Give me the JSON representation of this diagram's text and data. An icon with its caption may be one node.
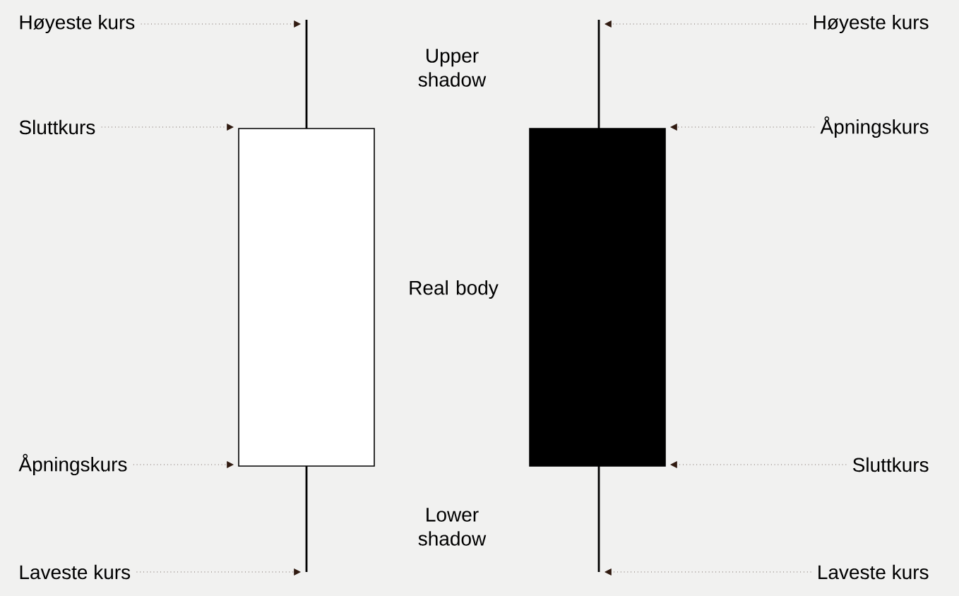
{
  "diagram": {
    "nodes": [
      {
        "text": [],
        "shape": "bar"
      },
      {
        "text": [],
        "shape": "box"
      },
      {
        "text": [],
        "shape": "bar"
      },
      {
        "text": [],
        "shape": "box"
      },
      {
        "text": [
          "Høyeste kurs"
        ]
      },
      {
        "text": [
          "Høyeste kurs"
        ]
      },
      {
        "text": [
          "Sluttkurs"
        ]
      },
      {
        "text": [
          "Åpningskurs"
        ]
      },
      {
        "text": [
          "Åpningskurs"
        ]
      },
      {
        "text": [
          "Sluttkurs"
        ]
      },
      {
        "text": [
          "Laveste kurs"
        ]
      },
      {
        "text": [
          "Laveste kurs"
        ]
      }
    ],
    "edges": [
      {
        "from": 4,
        "to": 0,
        "arrow": "to"
      },
      {
        "from": 5,
        "to": 2,
        "arrow": "to"
      },
      {
        "from": 6,
        "to": 1,
        "arrow": "to"
      },
      {
        "from": 7,
        "to": 3,
        "arrow": "to"
      },
      {
        "from": 8,
        "to": 1,
        "arrow": "to"
      },
      {
        "from": 9,
        "to": 3,
        "arrow": "to"
      },
      {
        "from": 10,
        "to": 0,
        "arrow": "to"
      },
      {
        "from": 11,
        "to": 2,
        "arrow": "to"
      }
    ],
    "labels": [
      "Upper shadow",
      "Real body",
      "Lower shadow"
    ]
  }
}
